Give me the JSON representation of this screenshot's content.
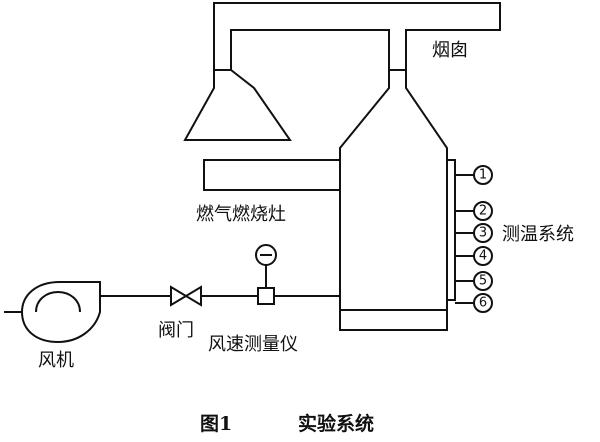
{
  "labels": {
    "chimney": "烟囱",
    "gas_burner": "燃气燃烧灶",
    "temp_system": "测温系统",
    "valve": "阀门",
    "anemometer": "风速测量仪",
    "fan": "风机"
  },
  "sensor_points": [
    "①",
    "②",
    "③",
    "④",
    "⑤",
    "⑥"
  ],
  "caption": {
    "figure": "图1",
    "title": "实验系统"
  }
}
